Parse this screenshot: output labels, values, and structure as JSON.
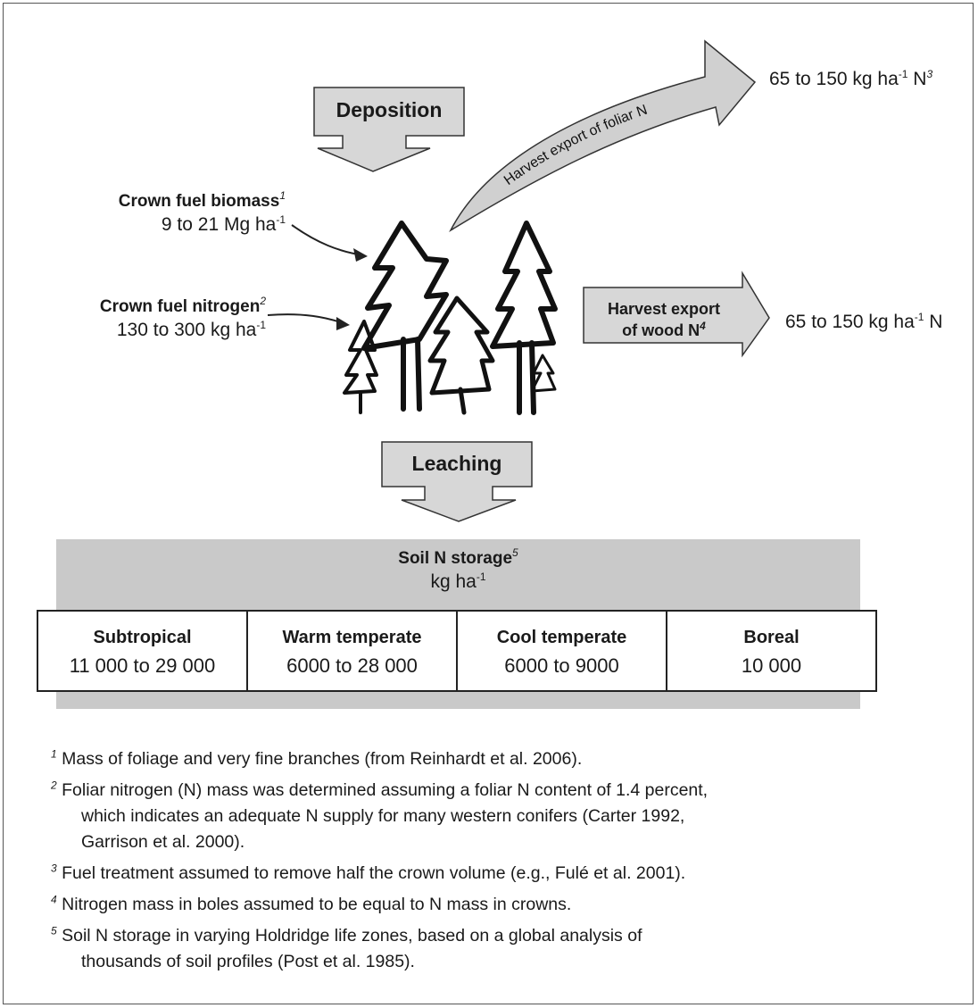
{
  "deposition": {
    "label": "Deposition"
  },
  "leaching": {
    "label": "Leaching"
  },
  "harvest_foliar": {
    "arrow_label": "Harvest export of foliar N",
    "value": "65 to 150 kg ha",
    "exp": "-1",
    "unit_tail": " N",
    "note_ref": "3"
  },
  "harvest_wood": {
    "line1": "Harvest export",
    "line2": "of wood N",
    "note_ref": "4",
    "value": "65 to 150 kg ha",
    "exp": "-1",
    "unit_tail": " N"
  },
  "crown_biomass": {
    "title": "Crown fuel biomass",
    "note_ref": "1",
    "value": "9 to 21 Mg ha",
    "exp": "-1"
  },
  "crown_nitrogen": {
    "title": "Crown fuel nitrogen",
    "note_ref": "2",
    "value": "130 to 300 kg ha",
    "exp": "-1"
  },
  "soil": {
    "title": "Soil N storage",
    "note_ref": "5",
    "unit": "kg ha",
    "exp": "-1",
    "zones": [
      {
        "name": "Subtropical",
        "value": "11 000 to 29 000"
      },
      {
        "name": "Warm temperate",
        "value": "6000 to 28 000"
      },
      {
        "name": "Cool temperate",
        "value": "6000 to 9000"
      },
      {
        "name": "Boreal",
        "value": "10 000"
      }
    ]
  },
  "footnotes": [
    {
      "num": "1",
      "line1": "Mass of foliage and very fine branches (from Reinhardt et al. 2006).",
      "line2": "",
      "line3": ""
    },
    {
      "num": "2",
      "line1": "Foliar nitrogen (N) mass was determined assuming a foliar N content of 1.4 percent,",
      "line2": "which indicates an adequate N supply for many western conifers (Carter 1992,",
      "line3": "Garrison et al. 2000)."
    },
    {
      "num": "3",
      "line1": "Fuel treatment assumed to remove half the crown volume (e.g., Fulé et al. 2001).",
      "line2": "",
      "line3": ""
    },
    {
      "num": "4",
      "line1": "Nitrogen mass in boles assumed to be equal to N mass in crowns.",
      "line2": "",
      "line3": ""
    },
    {
      "num": "5",
      "line1": "Soil N storage in varying Holdridge life zones, based on a global analysis of",
      "line2": "thousands of soil profiles (Post et al. 1985).",
      "line3": ""
    }
  ]
}
